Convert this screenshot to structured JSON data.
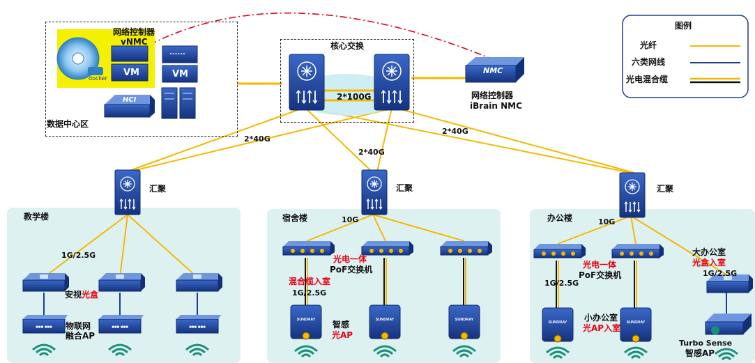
{
  "datacenter": {
    "label": "数据中心区",
    "controller_title": "网络控制器",
    "controller_sub": "vNMC",
    "docker_label": "docker",
    "vm_label": "VM",
    "vm_dots": "......",
    "hci_label": "HCI"
  },
  "core": {
    "title": "核心交换",
    "link_label": "2*100G"
  },
  "ibrain": {
    "device_label": "NMC",
    "title": "网络控制器",
    "sub": "iBrain NMC"
  },
  "uplinks": {
    "left": "2*40G",
    "middle": "2*40G",
    "right": "2*40G"
  },
  "agg_label": "汇聚",
  "teaching": {
    "title": "教学楼",
    "link": "1G/2.5G",
    "box_label_a": "安视",
    "box_label_b": "光盒",
    "ap_label_1": "物联网",
    "ap_label_2": "融合AP"
  },
  "dorm": {
    "title": "宿舍楼",
    "link_10g": "10G",
    "pof_red": "光电一体",
    "pof_black": "PoF交换机",
    "cable_note": "混合缆入室",
    "link": "1G/2.5G",
    "ap_label_1": "智感",
    "ap_label_2": "光AP"
  },
  "office": {
    "title": "办公楼",
    "link_10g": "10G",
    "pof_red": "光电一体",
    "pof_black": "PoF交换机",
    "link_left": "1G/2.5G",
    "small_office_1": "小办公室",
    "small_office_2": "光AP入室",
    "big_office_1": "大办公室",
    "big_office_2": "光盒入室",
    "link_right": "1G/2.5G",
    "turbo_1": "Turbo Sense",
    "turbo_2": "智感AP"
  },
  "device_brand": "SUNDRAY",
  "legend": {
    "title": "图例",
    "items": [
      "光纤",
      "六类网线",
      "光电混合缆"
    ]
  },
  "colors": {
    "fiber": "#f5b800",
    "cat6": "#1f3d8f",
    "hybrid_red": "#e60012",
    "device_blue": "#1c3f99",
    "zone_bg": "#def1f1",
    "wifi_green": "#1a8f7a"
  }
}
